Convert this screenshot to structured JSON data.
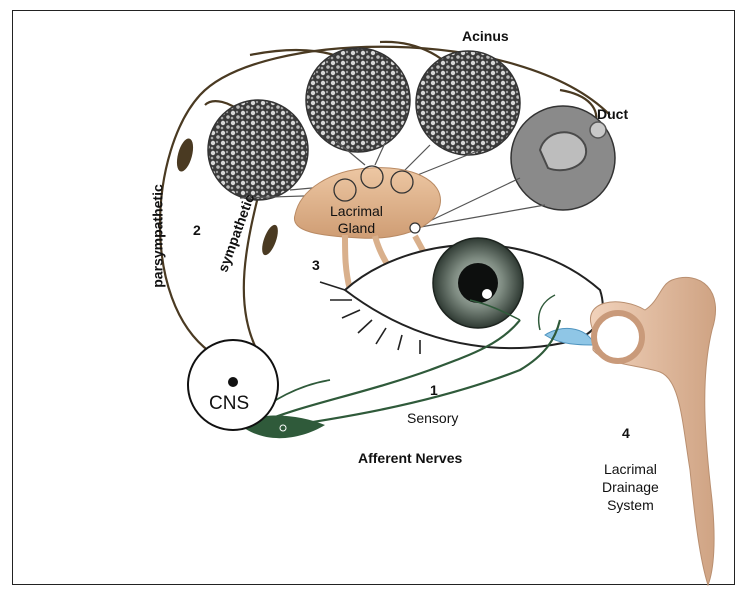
{
  "labels": {
    "acinus": "Acinus",
    "duct": "Duct",
    "parasympathetic": "parsympathetic",
    "sympathetic": "sympathetic",
    "num_2": "2",
    "num_3": "3",
    "num_1": "1",
    "num_4": "4",
    "lacrimal_gland_line1": "Lacrimal",
    "lacrimal_gland_line2": "Gland",
    "cns": "CNS",
    "sensory": "Sensory",
    "afferent_nerves": "Afferent Nerves",
    "drainage_line1": "Lacrimal",
    "drainage_line2": "Drainage",
    "drainage_line3": "System"
  },
  "colors": {
    "efferent_nerve": "#4a3a22",
    "afferent_nerve": "#2f5a3a",
    "gland": "#e0b48c",
    "drainage": "#e8c2a6",
    "tear": "#8fc6e6",
    "iris": "#6e7a72"
  }
}
